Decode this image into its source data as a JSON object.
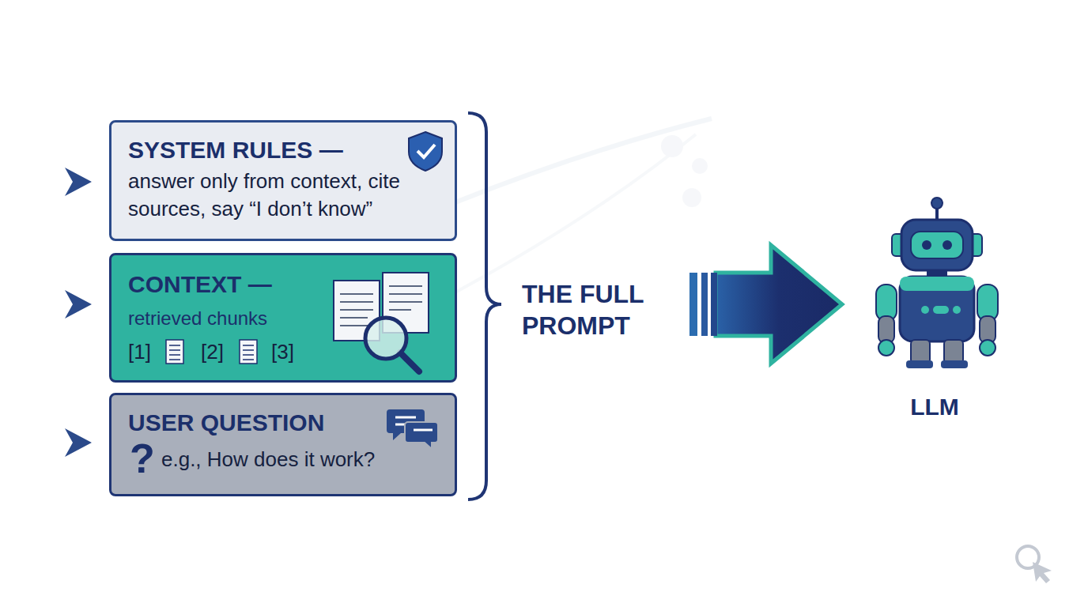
{
  "diagram": {
    "nodes": [
      {
        "text": [
          "SYSTEM RULES —",
          "answer only from context, cite sources, say “I don’t know”"
        ]
      },
      {
        "text": [
          "CONTEXT —",
          "retrieved chunks",
          "[1]",
          "[2]",
          "[3]"
        ]
      },
      {
        "text": [
          "USER QUESTION",
          "?",
          "e.g., How does it work?"
        ]
      },
      {
        "text": [
          "LLM"
        ]
      }
    ],
    "labels": [
      "THE FULL PROMPT"
    ]
  }
}
